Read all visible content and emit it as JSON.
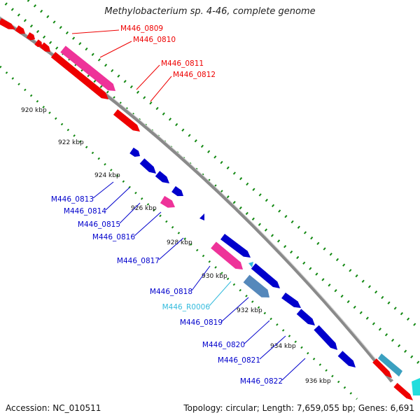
{
  "title": "Methylobacterium sp. 4-46, complete genome",
  "footer": {
    "accession": "Accession: NC_010511",
    "summary": "Topology: circular; Length: 7,659,055 bp; Genes: 6,691"
  },
  "colors": {
    "forward_cds": "#ee0000",
    "reverse_cds": "#0000cc",
    "pseudo": "#ee3399",
    "rna": "#5588bb",
    "rna_label": "#33bbdd",
    "backbone": "#888888",
    "tick": "#118811"
  },
  "ticks": [
    "920 kbp",
    "922 kbp",
    "924 kbp",
    "926 kbp",
    "928 kbp",
    "930 kbp",
    "932 kbp",
    "934 kbp",
    "936 kbp"
  ],
  "gene_labels": [
    {
      "name": "M446_0809",
      "strand": "forward"
    },
    {
      "name": "M446_0810",
      "strand": "forward"
    },
    {
      "name": "M446_0811",
      "strand": "forward"
    },
    {
      "name": "M446_0812",
      "strand": "forward"
    },
    {
      "name": "M446_0813",
      "strand": "reverse"
    },
    {
      "name": "M446_0814",
      "strand": "reverse"
    },
    {
      "name": "M446_0815",
      "strand": "reverse"
    },
    {
      "name": "M446_0816",
      "strand": "reverse"
    },
    {
      "name": "M446_0817",
      "strand": "reverse"
    },
    {
      "name": "M446_0818",
      "strand": "reverse"
    },
    {
      "name": "M446_R0006",
      "strand": "rna"
    },
    {
      "name": "M446_0819",
      "strand": "reverse"
    },
    {
      "name": "M446_0820",
      "strand": "reverse"
    },
    {
      "name": "M446_0821",
      "strand": "reverse"
    },
    {
      "name": "M446_0822",
      "strand": "reverse"
    }
  ]
}
